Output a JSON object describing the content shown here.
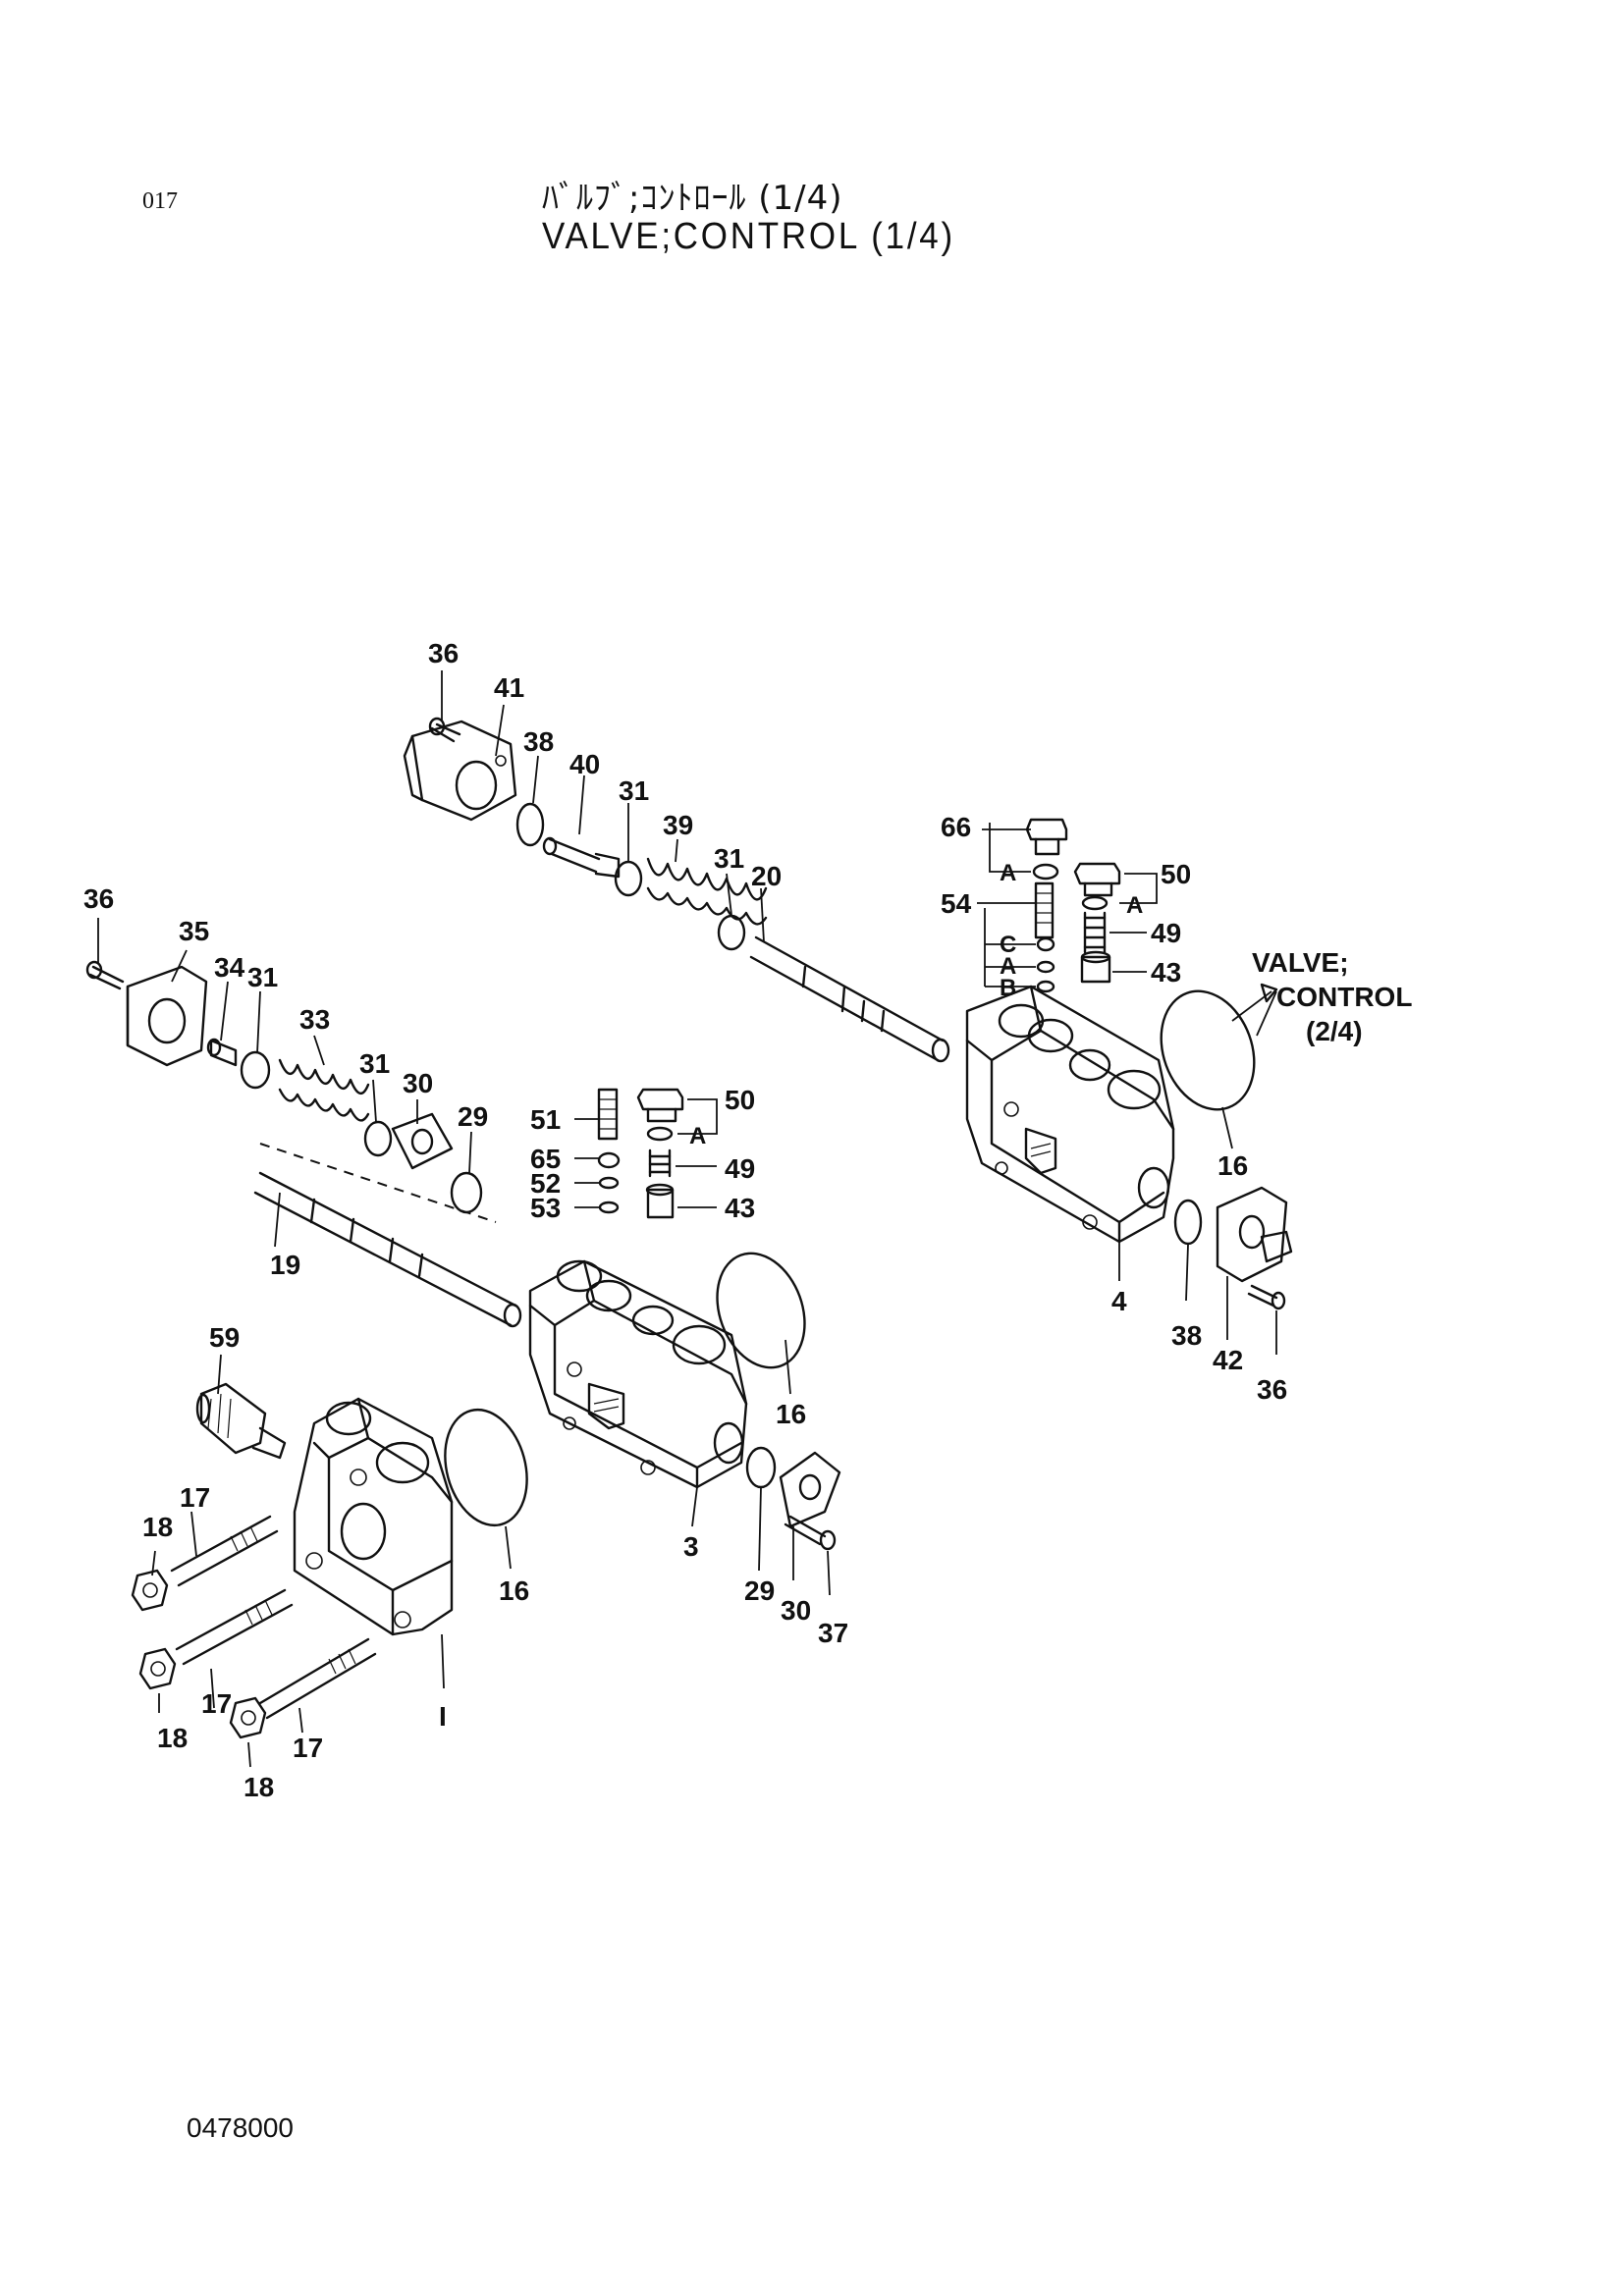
{
  "header": {
    "page_number": "017",
    "title_jp": "ﾊﾞﾙﾌﾞ;ｺﾝﾄﾛｰﾙ (1/4)",
    "title_en": "VALVE;CONTROL (1/4)"
  },
  "footer": {
    "drawing_code": "0478000"
  },
  "reference": {
    "line1": "VALVE;",
    "line2": "CONTROL",
    "line3": "(2/4)"
  },
  "callouts": [
    {
      "id": "c36a",
      "text": "36"
    },
    {
      "id": "c41",
      "text": "41"
    },
    {
      "id": "c38a",
      "text": "38"
    },
    {
      "id": "c40",
      "text": "40"
    },
    {
      "id": "c31a",
      "text": "31"
    },
    {
      "id": "c39",
      "text": "39"
    },
    {
      "id": "c31b",
      "text": "31"
    },
    {
      "id": "c20",
      "text": "20"
    },
    {
      "id": "c66",
      "text": "66"
    },
    {
      "id": "c54",
      "text": "54"
    },
    {
      "id": "c50a",
      "text": "50"
    },
    {
      "id": "c49a",
      "text": "49"
    },
    {
      "id": "c43a",
      "text": "43"
    },
    {
      "id": "c36b",
      "text": "36"
    },
    {
      "id": "c35",
      "text": "35"
    },
    {
      "id": "c34",
      "text": "34"
    },
    {
      "id": "c31c",
      "text": "31"
    },
    {
      "id": "c33",
      "text": "33"
    },
    {
      "id": "c31d",
      "text": "31"
    },
    {
      "id": "c30a",
      "text": "30"
    },
    {
      "id": "c29a",
      "text": "29"
    },
    {
      "id": "c51",
      "text": "51"
    },
    {
      "id": "c65",
      "text": "65"
    },
    {
      "id": "c52",
      "text": "52"
    },
    {
      "id": "c53",
      "text": "53"
    },
    {
      "id": "c50b",
      "text": "50"
    },
    {
      "id": "c49b",
      "text": "49"
    },
    {
      "id": "c43b",
      "text": "43"
    },
    {
      "id": "c19",
      "text": "19"
    },
    {
      "id": "c16a",
      "text": "16"
    },
    {
      "id": "c4",
      "text": "4"
    },
    {
      "id": "c38b",
      "text": "38"
    },
    {
      "id": "c42",
      "text": "42"
    },
    {
      "id": "c36c",
      "text": "36"
    },
    {
      "id": "c59",
      "text": "59"
    },
    {
      "id": "c16b",
      "text": "16"
    },
    {
      "id": "c3",
      "text": "3"
    },
    {
      "id": "c29b",
      "text": "29"
    },
    {
      "id": "c30b",
      "text": "30"
    },
    {
      "id": "c37",
      "text": "37"
    },
    {
      "id": "c17a",
      "text": "17"
    },
    {
      "id": "c18a",
      "text": "18"
    },
    {
      "id": "c16c",
      "text": "16"
    },
    {
      "id": "c17b",
      "text": "17"
    },
    {
      "id": "c18b",
      "text": "18"
    },
    {
      "id": "c17c",
      "text": "17"
    },
    {
      "id": "c18c",
      "text": "18"
    },
    {
      "id": "c1",
      "text": "I"
    }
  ],
  "sub_labels": {
    "a1": "A",
    "a2": "A",
    "c": "C",
    "a3": "A",
    "b": "B",
    "a4": "A"
  }
}
